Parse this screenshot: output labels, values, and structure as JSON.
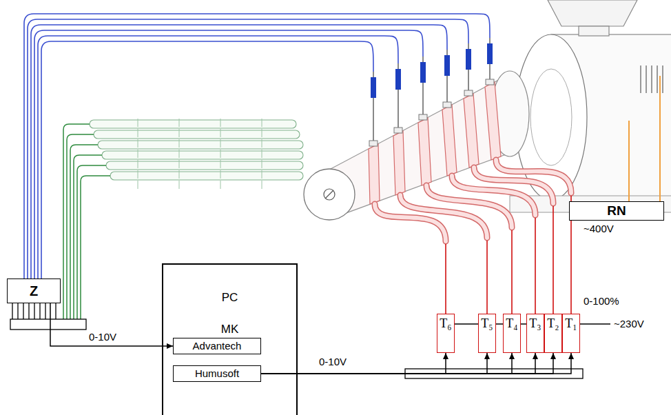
{
  "diagram": {
    "nodes": [
      {
        "text": [
          "Z"
        ]
      },
      {
        "text": [
          "PC",
          "MK"
        ]
      },
      {
        "text": [
          "Advantech"
        ],
        "in": 1
      },
      {
        "text": [
          "Humusoft"
        ],
        "in": 1
      },
      {
        "text": [
          "T₆"
        ]
      },
      {
        "text": [
          "T₅"
        ]
      },
      {
        "text": [
          "T₄"
        ]
      },
      {
        "text": [
          "T₃"
        ]
      },
      {
        "text": [
          "T₂"
        ]
      },
      {
        "text": [
          "T₁"
        ]
      },
      {
        "text": [
          "RN"
        ]
      }
    ],
    "edges": [
      {
        "from": 0,
        "to": 2,
        "arrow": "to",
        "label": "0-10V"
      },
      {
        "from": 3,
        "to": 4,
        "arrow": "to",
        "label": "0-10V"
      },
      {
        "from": 3,
        "to": 5,
        "arrow": "to"
      },
      {
        "from": 3,
        "to": 6,
        "arrow": "to"
      },
      {
        "from": 3,
        "to": 7,
        "arrow": "to"
      },
      {
        "from": 3,
        "to": 8,
        "arrow": "to"
      },
      {
        "from": 3,
        "to": 9,
        "arrow": "to"
      },
      {
        "from": 4,
        "to": 5,
        "arrow": "none"
      },
      {
        "from": 5,
        "to": 6,
        "arrow": "none"
      },
      {
        "from": 6,
        "to": 7,
        "arrow": "none"
      }
    ],
    "labels": [
      "0-100%",
      "~230V",
      "~400V"
    ]
  }
}
